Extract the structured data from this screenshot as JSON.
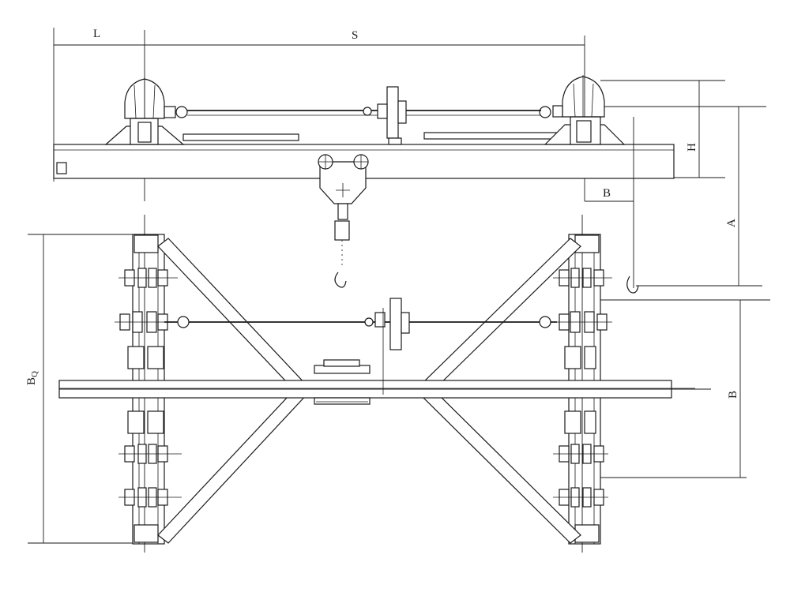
{
  "labels": {
    "L": "L",
    "S": "S",
    "H": "H",
    "B_top": "B",
    "A": "A",
    "B_right": "B",
    "BQ": "B",
    "BQ_sub": "Q"
  }
}
